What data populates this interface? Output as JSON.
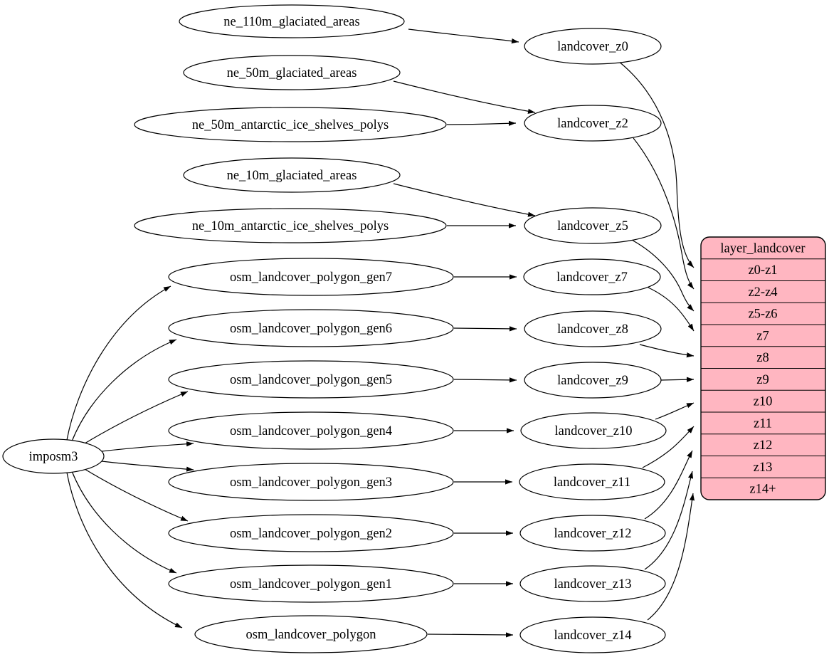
{
  "diagram": {
    "type": "dependency-graph",
    "colors": {
      "background": "#ffffff",
      "node_fill": "#ffffff",
      "table_fill": "#ffb6c1",
      "stroke": "#000000"
    },
    "nodes": {
      "imposm3": "imposm3",
      "ne_110m_glaciated_areas": "ne_110m_glaciated_areas",
      "ne_50m_glaciated_areas": "ne_50m_glaciated_areas",
      "ne_50m_antarctic_ice_shelves_polys": "ne_50m_antarctic_ice_shelves_polys",
      "ne_10m_glaciated_areas": "ne_10m_glaciated_areas",
      "ne_10m_antarctic_ice_shelves_polys": "ne_10m_antarctic_ice_shelves_polys",
      "osm_landcover_polygon_gen7": "osm_landcover_polygon_gen7",
      "osm_landcover_polygon_gen6": "osm_landcover_polygon_gen6",
      "osm_landcover_polygon_gen5": "osm_landcover_polygon_gen5",
      "osm_landcover_polygon_gen4": "osm_landcover_polygon_gen4",
      "osm_landcover_polygon_gen3": "osm_landcover_polygon_gen3",
      "osm_landcover_polygon_gen2": "osm_landcover_polygon_gen2",
      "osm_landcover_polygon_gen1": "osm_landcover_polygon_gen1",
      "osm_landcover_polygon": "osm_landcover_polygon",
      "landcover_z0": "landcover_z0",
      "landcover_z2": "landcover_z2",
      "landcover_z5": "landcover_z5",
      "landcover_z7": "landcover_z7",
      "landcover_z8": "landcover_z8",
      "landcover_z9": "landcover_z9",
      "landcover_z10": "landcover_z10",
      "landcover_z11": "landcover_z11",
      "landcover_z12": "landcover_z12",
      "landcover_z13": "landcover_z13",
      "landcover_z14": "landcover_z14"
    },
    "table": {
      "title": "layer_landcover",
      "rows": [
        "z0-z1",
        "z2-z4",
        "z5-z6",
        "z7",
        "z8",
        "z9",
        "z10",
        "z11",
        "z12",
        "z13",
        "z14+"
      ]
    },
    "edges": [
      {
        "from": "ne_110m_glaciated_areas",
        "to": "landcover_z0"
      },
      {
        "from": "ne_50m_glaciated_areas",
        "to": "landcover_z2"
      },
      {
        "from": "ne_50m_antarctic_ice_shelves_polys",
        "to": "landcover_z2"
      },
      {
        "from": "ne_10m_glaciated_areas",
        "to": "landcover_z5"
      },
      {
        "from": "ne_10m_antarctic_ice_shelves_polys",
        "to": "landcover_z5"
      },
      {
        "from": "imposm3",
        "to": "osm_landcover_polygon_gen7"
      },
      {
        "from": "imposm3",
        "to": "osm_landcover_polygon_gen6"
      },
      {
        "from": "imposm3",
        "to": "osm_landcover_polygon_gen5"
      },
      {
        "from": "imposm3",
        "to": "osm_landcover_polygon_gen4"
      },
      {
        "from": "imposm3",
        "to": "osm_landcover_polygon_gen3"
      },
      {
        "from": "imposm3",
        "to": "osm_landcover_polygon_gen2"
      },
      {
        "from": "imposm3",
        "to": "osm_landcover_polygon_gen1"
      },
      {
        "from": "imposm3",
        "to": "osm_landcover_polygon"
      },
      {
        "from": "osm_landcover_polygon_gen7",
        "to": "landcover_z7"
      },
      {
        "from": "osm_landcover_polygon_gen6",
        "to": "landcover_z8"
      },
      {
        "from": "osm_landcover_polygon_gen5",
        "to": "landcover_z9"
      },
      {
        "from": "osm_landcover_polygon_gen4",
        "to": "landcover_z10"
      },
      {
        "from": "osm_landcover_polygon_gen3",
        "to": "landcover_z11"
      },
      {
        "from": "osm_landcover_polygon_gen2",
        "to": "landcover_z12"
      },
      {
        "from": "osm_landcover_polygon_gen1",
        "to": "landcover_z13"
      },
      {
        "from": "osm_landcover_polygon",
        "to": "landcover_z14"
      },
      {
        "from": "landcover_z0",
        "to": "layer_landcover.z0-z1"
      },
      {
        "from": "landcover_z2",
        "to": "layer_landcover.z2-z4"
      },
      {
        "from": "landcover_z5",
        "to": "layer_landcover.z5-z6"
      },
      {
        "from": "landcover_z7",
        "to": "layer_landcover.z7"
      },
      {
        "from": "landcover_z8",
        "to": "layer_landcover.z8"
      },
      {
        "from": "landcover_z9",
        "to": "layer_landcover.z9"
      },
      {
        "from": "landcover_z10",
        "to": "layer_landcover.z10"
      },
      {
        "from": "landcover_z11",
        "to": "layer_landcover.z11"
      },
      {
        "from": "landcover_z12",
        "to": "layer_landcover.z12"
      },
      {
        "from": "landcover_z13",
        "to": "layer_landcover.z13"
      },
      {
        "from": "landcover_z14",
        "to": "layer_landcover.z14+"
      }
    ]
  }
}
